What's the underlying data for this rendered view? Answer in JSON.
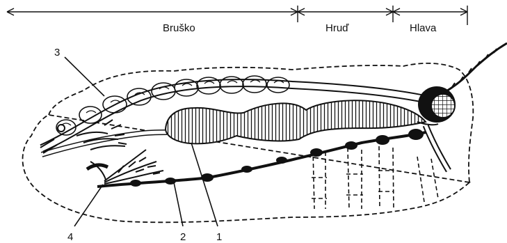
{
  "regions": {
    "abdomen": "Bruško",
    "thorax": "Hruď",
    "head": "Hlava"
  },
  "callouts": {
    "n1": "1",
    "n2": "2",
    "n3": "3",
    "n4": "4"
  },
  "colors": {
    "ink": "#111111",
    "paper": "#ffffff"
  }
}
